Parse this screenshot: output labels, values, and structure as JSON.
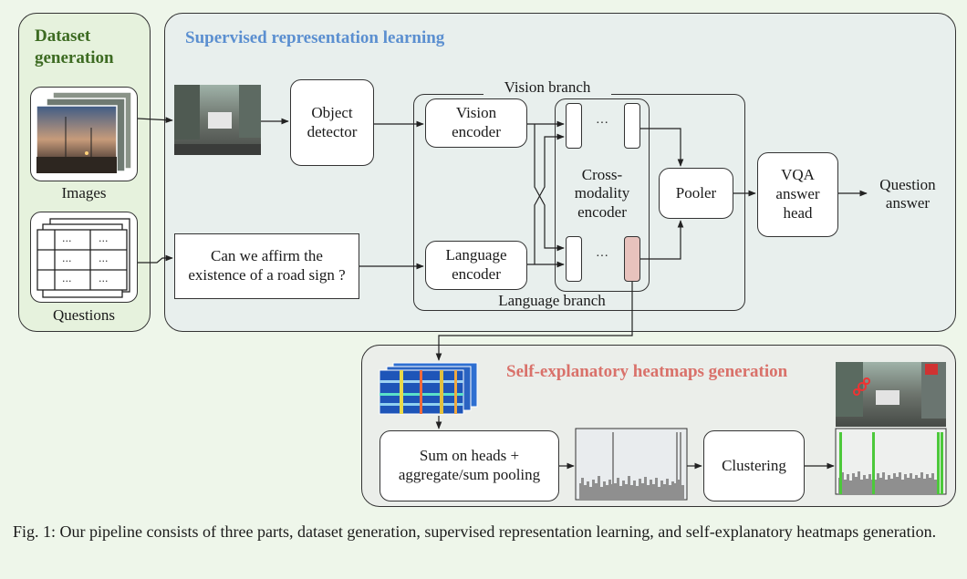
{
  "sections": {
    "dataset": "Dataset\ngeneration",
    "supervised": "Supervised representation learning",
    "heatmaps": "Self-explanatory heatmaps generation"
  },
  "labels": {
    "images": "Images",
    "questions": "Questions",
    "vision_branch": "Vision branch",
    "language_branch": "Language branch",
    "ellipsis": "···",
    "question_answer": "Question\nanswer"
  },
  "boxes": {
    "object_detector": "Object\ndetector",
    "question_text": "Can we affirm the\nexistence of a road sign ?",
    "vision_encoder": "Vision\nencoder",
    "language_encoder": "Language\nencoder",
    "cross_modality": "Cross-\nmodality\nencoder",
    "pooler": "Pooler",
    "vqa_head": "VQA\nanswer\nhead",
    "sum_heads": "Sum on heads +\naggregate/sum pooling",
    "clustering": "Clustering"
  },
  "caption": "Fig. 1: Our pipeline consists of three parts, dataset generation, supervised representation learning, and self-explanatory heatmaps generation.",
  "colors": {
    "dataset_title": "#3d6b22",
    "supervised_title": "#5b8fd0",
    "heatmaps_title": "#d9716a",
    "highlight_token": "#e8c2bd",
    "highlight_bar": "#4cc93a"
  }
}
